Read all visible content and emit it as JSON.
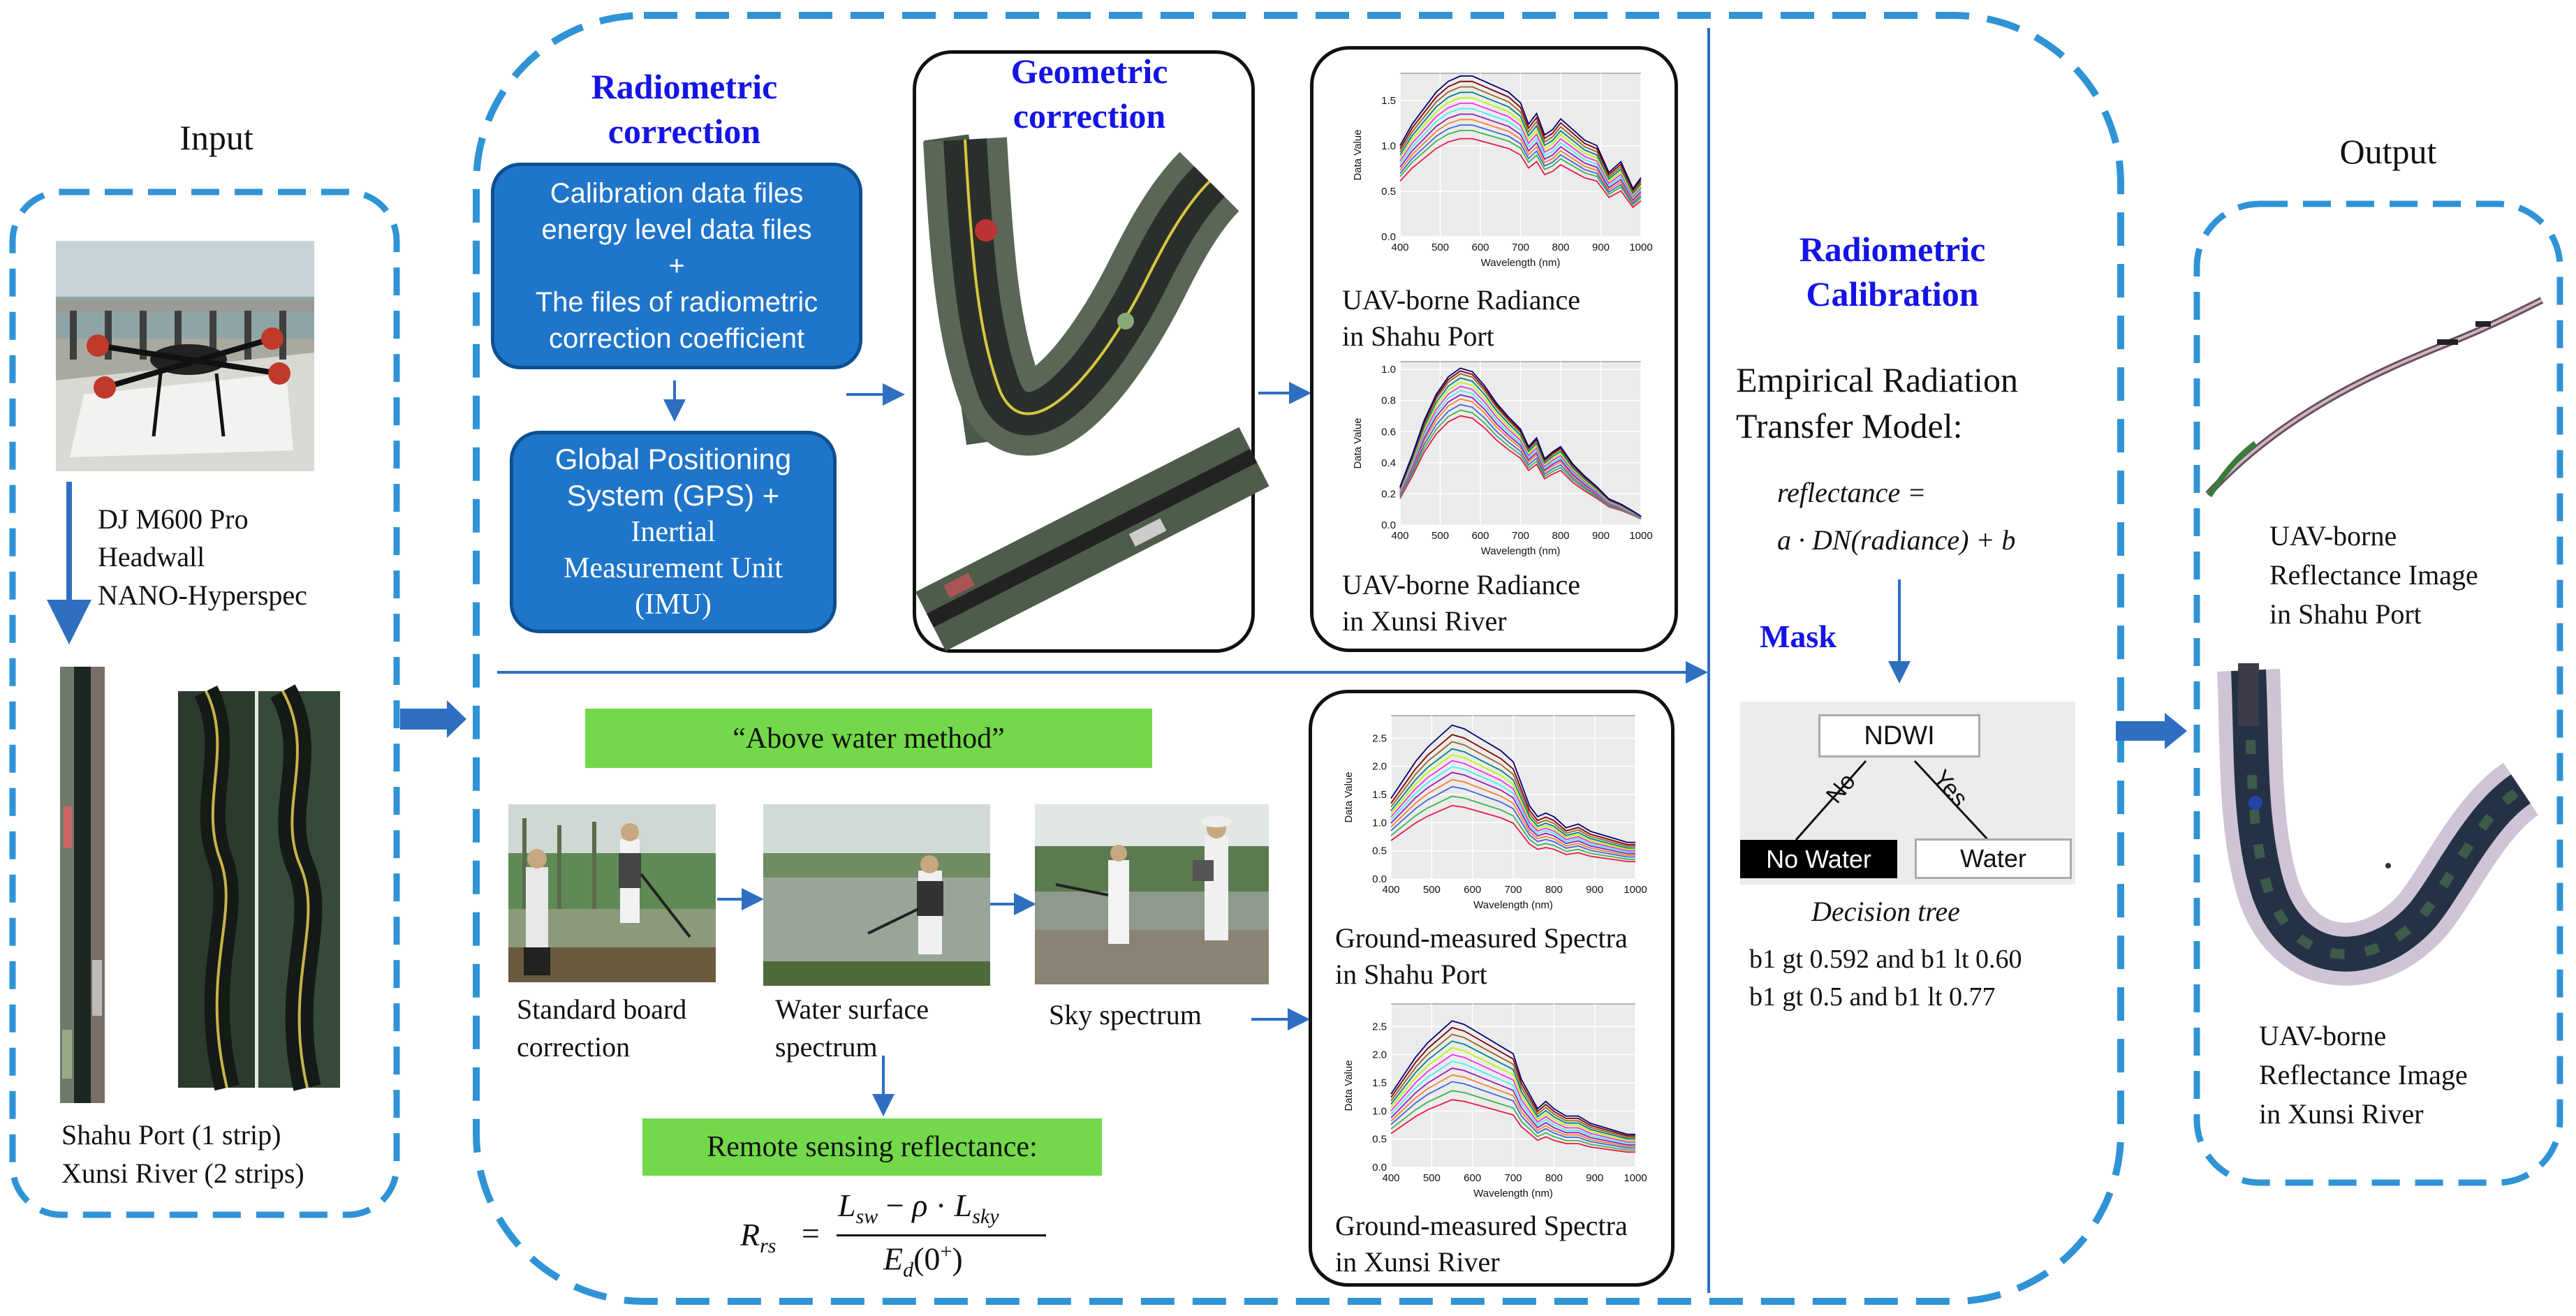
{
  "input": {
    "title": "Input",
    "device_lines": [
      "DJ M600 Pro",
      "Headwall",
      "NANO-Hyperspec"
    ],
    "strip_lines": [
      "Shahu Port (1 strip)",
      "Xunsi River (2 strips)"
    ]
  },
  "radiometric_correction": {
    "title_lines": [
      "Radiometric",
      "correction"
    ],
    "box1_lines": [
      "Calibration data files",
      "energy level data files",
      "+",
      "The files of radiometric",
      "correction coefficient"
    ],
    "box2_lines": [
      "Global Positioning",
      "System (GPS) +",
      "Inertial",
      "Measurement Unit",
      "(IMU)"
    ]
  },
  "geometric_correction": {
    "title_lines": [
      "Geometric",
      "correction"
    ]
  },
  "radiance_charts": {
    "caption_shahu": [
      "UAV-borne Radiance",
      "in Shahu Port"
    ],
    "caption_xunsi": [
      "UAV-borne Radiance",
      "in Xunsi River"
    ]
  },
  "ground": {
    "method_label": "“Above water method”",
    "photo_captions": {
      "standard": [
        "Standard board",
        "correction"
      ],
      "water": [
        "Water surface",
        "spectrum"
      ],
      "sky": [
        "Sky spectrum"
      ]
    },
    "rrs_label": "Remote sensing reflectance:",
    "rrs_formula": {
      "lhs": "R",
      "lhs_sub": "rs",
      "eq": "=",
      "num_1": "L",
      "num_1_sub": "sw",
      "num_op1": "−",
      "num_rho": "ρ",
      "num_dot": "·",
      "num_2": "L",
      "num_2_sub": "sky",
      "den": "E",
      "den_sub": "d",
      "den_arg": "(0",
      "den_sup": "+",
      "den_close": ")"
    },
    "caption_shahu": [
      "Ground-measured Spectra",
      "in Shahu Port"
    ],
    "caption_xunsi": [
      "Ground-measured Spectra",
      "in Xunsi River"
    ]
  },
  "calibration": {
    "title_lines": [
      "Radiometric",
      "Calibration"
    ],
    "model_lines": [
      "Empirical Radiation",
      "Transfer Model:"
    ],
    "formula_line1": "reflectance =",
    "formula_line2": "a · DN(radiance) + b",
    "mask_title": "Mask",
    "ndwi_label": "NDWI",
    "branch_no": "No",
    "branch_yes": "Yes",
    "no_water_label": "No Water",
    "water_label": "Water",
    "decision_tree_label": "Decision tree",
    "rule_lines": [
      "b1 gt 0.592 and b1 lt 0.60",
      "b1 gt 0.5 and b1 lt 0.77"
    ]
  },
  "output": {
    "title": "Output",
    "caption_shahu": [
      "UAV-borne",
      "Reflectance Image",
      "in Shahu Port"
    ],
    "caption_xunsi": [
      "UAV-borne",
      "Reflectance Image",
      "in Xunsi River"
    ]
  },
  "chart_data": [
    {
      "type": "line",
      "name": "uav-radiance-shahu",
      "xlabel": "Wavelength (nm)",
      "ylabel": "Data Value",
      "x_ticks": [
        400,
        500,
        600,
        700,
        800,
        900,
        1000
      ],
      "y_ticks": [
        0.0,
        0.5,
        1.0,
        1.5
      ],
      "xlim": [
        400,
        1000
      ],
      "ylim": [
        0,
        1.8
      ],
      "x": [
        400,
        430,
        460,
        490,
        520,
        550,
        580,
        610,
        640,
        670,
        700,
        720,
        740,
        760,
        780,
        800,
        830,
        860,
        890,
        920,
        950,
        980,
        1000
      ],
      "base": [
        0.85,
        1.05,
        1.2,
        1.35,
        1.45,
        1.5,
        1.5,
        1.45,
        1.4,
        1.35,
        1.25,
        1.05,
        1.15,
        0.95,
        1.0,
        1.1,
        1.0,
        0.9,
        0.85,
        0.6,
        0.7,
        0.45,
        0.55
      ],
      "scales": [
        0.72,
        0.78,
        0.82,
        0.86,
        0.9,
        0.94,
        0.98,
        1.02,
        1.06,
        1.1,
        1.14,
        1.18
      ],
      "colors": [
        "#e6194b",
        "#3cb44b",
        "#4363d8",
        "#f58231",
        "#911eb4",
        "#46f0f0",
        "#f032e6",
        "#bcf60c",
        "#008080",
        "#9a6324",
        "#800000",
        "#000075"
      ]
    },
    {
      "type": "line",
      "name": "uav-radiance-xunsi",
      "xlabel": "Wavelength (nm)",
      "ylabel": "Data Value",
      "x_ticks": [
        400,
        500,
        600,
        700,
        800,
        900,
        1000
      ],
      "y_ticks": [
        0.0,
        0.2,
        0.4,
        0.6,
        0.8,
        1.0
      ],
      "xlim": [
        400,
        1000
      ],
      "ylim": [
        0,
        1.05
      ],
      "x": [
        400,
        430,
        460,
        490,
        520,
        550,
        580,
        610,
        640,
        670,
        700,
        720,
        740,
        760,
        780,
        800,
        830,
        860,
        890,
        920,
        950,
        980,
        1000
      ],
      "base": [
        0.22,
        0.4,
        0.6,
        0.75,
        0.85,
        0.9,
        0.88,
        0.8,
        0.7,
        0.62,
        0.55,
        0.45,
        0.5,
        0.38,
        0.42,
        0.45,
        0.35,
        0.28,
        0.22,
        0.15,
        0.12,
        0.08,
        0.05
      ],
      "scales": [
        0.78,
        0.82,
        0.86,
        0.9,
        0.93,
        0.96,
        0.99,
        1.02,
        1.05,
        1.08,
        1.1,
        1.12
      ],
      "colors": [
        "#e6194b",
        "#3cb44b",
        "#4363d8",
        "#f58231",
        "#911eb4",
        "#46f0f0",
        "#f032e6",
        "#bcf60c",
        "#008080",
        "#9a6324",
        "#800000",
        "#000075"
      ]
    },
    {
      "type": "line",
      "name": "ground-spectra-shahu",
      "xlabel": "Wavelength (nm)",
      "ylabel": "Data Value",
      "x_ticks": [
        400,
        500,
        600,
        700,
        800,
        900,
        1000
      ],
      "y_ticks": [
        0.0,
        0.5,
        1.0,
        1.5,
        2.0,
        2.5
      ],
      "xlim": [
        400,
        1000
      ],
      "ylim": [
        0,
        2.9
      ],
      "x": [
        400,
        430,
        460,
        490,
        520,
        550,
        580,
        610,
        640,
        670,
        700,
        720,
        740,
        760,
        780,
        800,
        830,
        860,
        890,
        920,
        950,
        980,
        1000
      ],
      "base": [
        1.1,
        1.35,
        1.6,
        1.8,
        1.95,
        2.1,
        2.05,
        1.95,
        1.85,
        1.75,
        1.6,
        1.3,
        1.0,
        0.85,
        0.9,
        0.85,
        0.7,
        0.75,
        0.65,
        0.6,
        0.55,
        0.5,
        0.5
      ],
      "scales": [
        0.62,
        0.7,
        0.78,
        0.84,
        0.9,
        0.95,
        1.0,
        1.05,
        1.1,
        1.16,
        1.22,
        1.3
      ],
      "colors": [
        "#e6194b",
        "#3cb44b",
        "#4363d8",
        "#f58231",
        "#911eb4",
        "#46f0f0",
        "#f032e6",
        "#bcf60c",
        "#008080",
        "#9a6324",
        "#800000",
        "#000075"
      ]
    },
    {
      "type": "line",
      "name": "ground-spectra-xunsi",
      "xlabel": "Wavelength (nm)",
      "ylabel": "Data Value",
      "x_ticks": [
        400,
        500,
        600,
        700,
        800,
        900,
        1000
      ],
      "y_ticks": [
        0.0,
        0.5,
        1.0,
        1.5,
        2.0,
        2.5
      ],
      "xlim": [
        400,
        1000
      ],
      "ylim": [
        0,
        2.9
      ],
      "x": [
        400,
        430,
        460,
        490,
        520,
        550,
        580,
        610,
        640,
        670,
        700,
        720,
        740,
        760,
        780,
        800,
        830,
        860,
        890,
        920,
        950,
        980,
        1000
      ],
      "base": [
        1.0,
        1.25,
        1.5,
        1.7,
        1.85,
        2.0,
        1.95,
        1.85,
        1.75,
        1.65,
        1.55,
        1.2,
        1.0,
        0.8,
        0.9,
        0.8,
        0.7,
        0.7,
        0.6,
        0.55,
        0.5,
        0.45,
        0.45
      ],
      "scales": [
        0.6,
        0.68,
        0.76,
        0.82,
        0.88,
        0.94,
        1.0,
        1.06,
        1.12,
        1.18,
        1.24,
        1.3
      ],
      "colors": [
        "#e6194b",
        "#3cb44b",
        "#4363d8",
        "#f58231",
        "#911eb4",
        "#46f0f0",
        "#f032e6",
        "#bcf60c",
        "#008080",
        "#9a6324",
        "#800000",
        "#000075"
      ]
    }
  ]
}
